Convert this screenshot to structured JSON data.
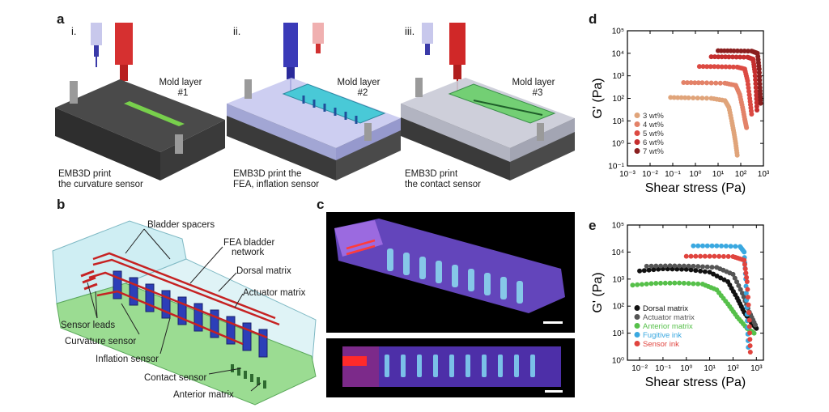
{
  "panel_a": {
    "letter": "a",
    "steps": [
      {
        "roman": "i.",
        "mold_line1": "Mold layer",
        "mold_line2": "#1",
        "caption_line1": "EMB3D print",
        "caption_line2": "the curvature sensor"
      },
      {
        "roman": "ii.",
        "mold_line1": "Mold layer",
        "mold_line2": "#2",
        "caption_line1": "EMB3D print the",
        "caption_line2": "FEA, inflation sensor"
      },
      {
        "roman": "iii.",
        "mold_line1": "Mold layer",
        "mold_line2": "#3",
        "caption_line1": "EMB3D print",
        "caption_line2": "the contact sensor"
      }
    ]
  },
  "panel_b": {
    "letter": "b",
    "labels": {
      "bladder_spacers": "Bladder spacers",
      "fea_bladder_1": "FEA bladder",
      "fea_bladder_2": "network",
      "dorsal_matrix": "Dorsal matrix",
      "actuator_matrix": "Actuator matrix",
      "sensor_leads": "Sensor leads",
      "curvature_sensor": "Curvature sensor",
      "inflation_sensor": "Inflation sensor",
      "contact_sensor": "Contact sensor",
      "anterior_matrix": "Anterior matrix"
    }
  },
  "panel_c": {
    "letter": "c"
  },
  "colors": {
    "mold_dark": "#3d3d3d",
    "mold_blue": "#b9bde8",
    "ink_red": "#d42020",
    "ink_blue": "#2a2aa8",
    "green_ink": "#6fcf4a",
    "cyan_ink": "#41c9d9",
    "body_green": "#8fd68a",
    "body_cyan": "#c9ecf2",
    "photo_bg": "#000000",
    "photo_purple": "#7a4fd6"
  },
  "chart_data": [
    {
      "panel": "d",
      "type": "scatter",
      "xlabel": "Shear stress (Pa)",
      "ylabel": "G' (Pa)",
      "xscale": "log",
      "yscale": "log",
      "xlim": [
        0.001,
        1000
      ],
      "ylim": [
        0.1,
        100000
      ],
      "xticks": [
        "10⁻³",
        "10⁻²",
        "10⁻¹",
        "10⁰",
        "10¹",
        "10²",
        "10³"
      ],
      "yticks": [
        "10⁻¹",
        "10⁰",
        "10¹",
        "10²",
        "10³",
        "10⁴",
        "10⁵"
      ],
      "legend_position": "bottom-left",
      "series": [
        {
          "name": "3 wt%",
          "color": "#e0a47a",
          "x": [
            0.08,
            0.5,
            5,
            20,
            30,
            40,
            50,
            60,
            70
          ],
          "y": [
            110,
            105,
            100,
            80,
            40,
            10,
            3,
            1,
            0.3
          ]
        },
        {
          "name": "4 wt%",
          "color": "#e38268",
          "x": [
            0.3,
            2,
            20,
            60,
            90,
            120,
            150,
            180
          ],
          "y": [
            500,
            490,
            470,
            380,
            150,
            40,
            12,
            5
          ]
        },
        {
          "name": "5 wt%",
          "color": "#dc4a42",
          "x": [
            1.5,
            10,
            70,
            150,
            200,
            250,
            300
          ],
          "y": [
            2600,
            2550,
            2450,
            2000,
            600,
            100,
            20
          ]
        },
        {
          "name": "6 wt%",
          "color": "#c52e2e",
          "x": [
            5,
            30,
            200,
            350,
            420,
            480,
            520
          ],
          "y": [
            7000,
            6900,
            6700,
            5500,
            1500,
            200,
            30
          ]
        },
        {
          "name": "7 wt%",
          "color": "#8a1f1f",
          "x": [
            10,
            50,
            300,
            550,
            650,
            700,
            750
          ],
          "y": [
            13000,
            12800,
            12500,
            10000,
            2000,
            300,
            60
          ]
        }
      ]
    },
    {
      "panel": "e",
      "type": "scatter",
      "xlabel": "Shear stress (Pa)",
      "ylabel": "G' (Pa)",
      "xscale": "log",
      "yscale": "log",
      "xlim": [
        0.003,
        2000
      ],
      "ylim": [
        1,
        100000
      ],
      "xticks": [
        "10⁻²",
        "10⁻¹",
        "10⁰",
        "10¹",
        "10²",
        "10³"
      ],
      "yticks": [
        "10⁰",
        "10¹",
        "10²",
        "10³",
        "10⁴",
        "10⁵"
      ],
      "legend_position": "bottom-left",
      "series": [
        {
          "name": "Dorsal matrix",
          "color": "#111111",
          "x": [
            0.01,
            0.1,
            1,
            10,
            60,
            150,
            300,
            600,
            1000
          ],
          "y": [
            2000,
            2400,
            2300,
            1800,
            800,
            200,
            60,
            25,
            15
          ]
        },
        {
          "name": "Actuator matrix",
          "color": "#555555",
          "x": [
            0.02,
            0.2,
            2,
            20,
            100,
            250,
            500,
            900
          ],
          "y": [
            3000,
            3100,
            3000,
            2700,
            1500,
            300,
            60,
            20
          ]
        },
        {
          "name": "Anterior matrix",
          "color": "#56c04a",
          "x": [
            0.005,
            0.05,
            0.5,
            5,
            20,
            60,
            150,
            400,
            800
          ],
          "y": [
            600,
            700,
            720,
            650,
            400,
            120,
            40,
            15,
            10
          ]
        },
        {
          "name": "Fugitive ink",
          "color": "#3aa8e0",
          "x": [
            2,
            20,
            200,
            300,
            350,
            400,
            450
          ],
          "y": [
            17000,
            17000,
            16000,
            10000,
            1000,
            50,
            3
          ]
        },
        {
          "name": "Sensor ink",
          "color": "#e0443e",
          "x": [
            1,
            10,
            100,
            300,
            400,
            500,
            550
          ],
          "y": [
            7000,
            7000,
            6800,
            5000,
            800,
            30,
            2
          ]
        }
      ]
    }
  ]
}
